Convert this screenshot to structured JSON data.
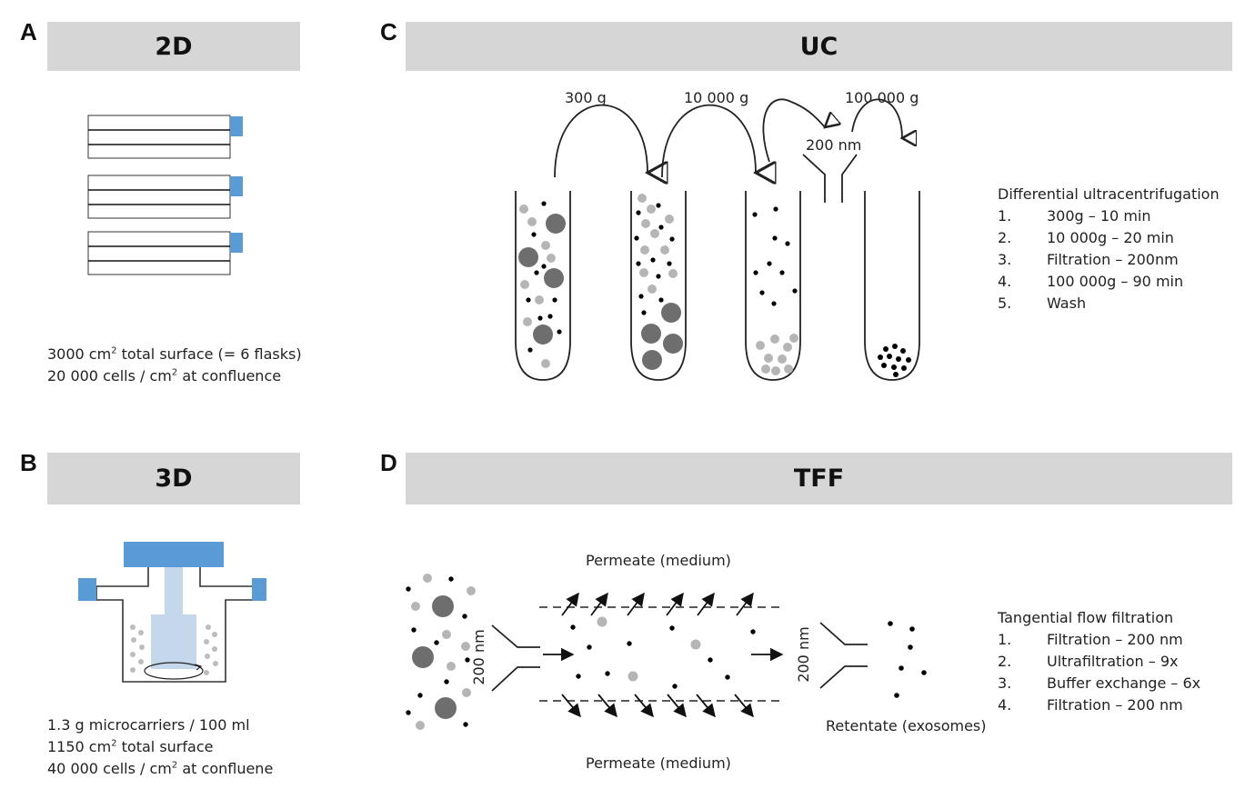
{
  "panels": {
    "a": {
      "letter": "A",
      "header": "2D",
      "caption_line1_pre": "3000 cm",
      "caption_line1_sup": "2",
      "caption_line1_post": " total surface  (= 6 flasks)",
      "caption_line2_pre": "20 000 cells / cm",
      "caption_line2_sup": "2",
      "caption_line2_post": " at confluence"
    },
    "b": {
      "letter": "B",
      "header": "3D",
      "caption_line1": "1.3 g microcarriers / 100 ml",
      "caption_line2_pre": "1150 cm",
      "caption_line2_sup": "2",
      "caption_line2_post": " total surface",
      "caption_line3_pre": "40 000 cells / cm",
      "caption_line3_sup": "2",
      "caption_line3_post": " at confluene"
    },
    "c": {
      "letter": "C",
      "header": "UC",
      "speed_1": "300 g",
      "speed_2": "10 000 g",
      "speed_3": "100 000 g",
      "filter_label": "200 nm",
      "list_title": "Differential ultracentrifugation",
      "steps": [
        {
          "num": "1.",
          "text": "300g – 10 min"
        },
        {
          "num": "2.",
          "text": "10 000g – 20 min"
        },
        {
          "num": "3.",
          "text": "Filtration – 200nm"
        },
        {
          "num": "4.",
          "text": "100 000g – 90 min"
        },
        {
          "num": "5.",
          "text": "Wash"
        }
      ]
    },
    "d": {
      "letter": "D",
      "header": "TFF",
      "permeate_top": "Permeate (medium)",
      "permeate_bottom": "Permeate (medium)",
      "filter_label_left": "200 nm",
      "filter_label_right": "200 nm",
      "retentate": "Retentate (exosomes)",
      "list_title": "Tangential flow filtration",
      "steps": [
        {
          "num": "1.",
          "text": "Filtration – 200 nm"
        },
        {
          "num": "2.",
          "text": "Ultrafiltration – 9x"
        },
        {
          "num": "3.",
          "text": "Buffer exchange  – 6x"
        },
        {
          "num": "4.",
          "text": "Filtration – 200 nm"
        }
      ]
    }
  },
  "colors": {
    "header_bg": "#d6d6d6",
    "flask_cap": "#5b9bd5",
    "reactor_fill": "#c5d7ea",
    "large_particle": "#6e6e6e",
    "small_particle": "#b5b5b5",
    "exosome": "#000000"
  }
}
